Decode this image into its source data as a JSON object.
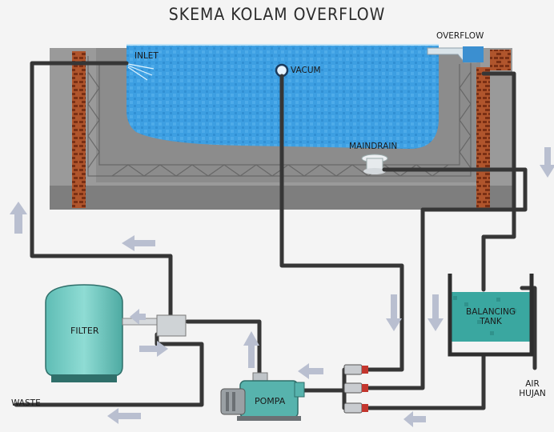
{
  "diagram": {
    "title": "SKEMA KOLAM OVERFLOW",
    "labels": {
      "inlet": "INLET",
      "vacum": "VACUM",
      "overflow": "OVERFLOW",
      "maindrain": "MAINDRAIN",
      "filter": "FILTER",
      "balancing_tank": "BALANCING\nTANK",
      "pompa": "POMPA",
      "waste": "WASTE",
      "air_hujan": "AIR\nHUJAN"
    },
    "colors": {
      "water": "#3a9de0",
      "concrete": "#8f8f8f",
      "brick": "#b0552c",
      "pipe": "#3a3a3a",
      "filter": "#6fc7c0",
      "arrow": "#b9bfd0"
    }
  }
}
